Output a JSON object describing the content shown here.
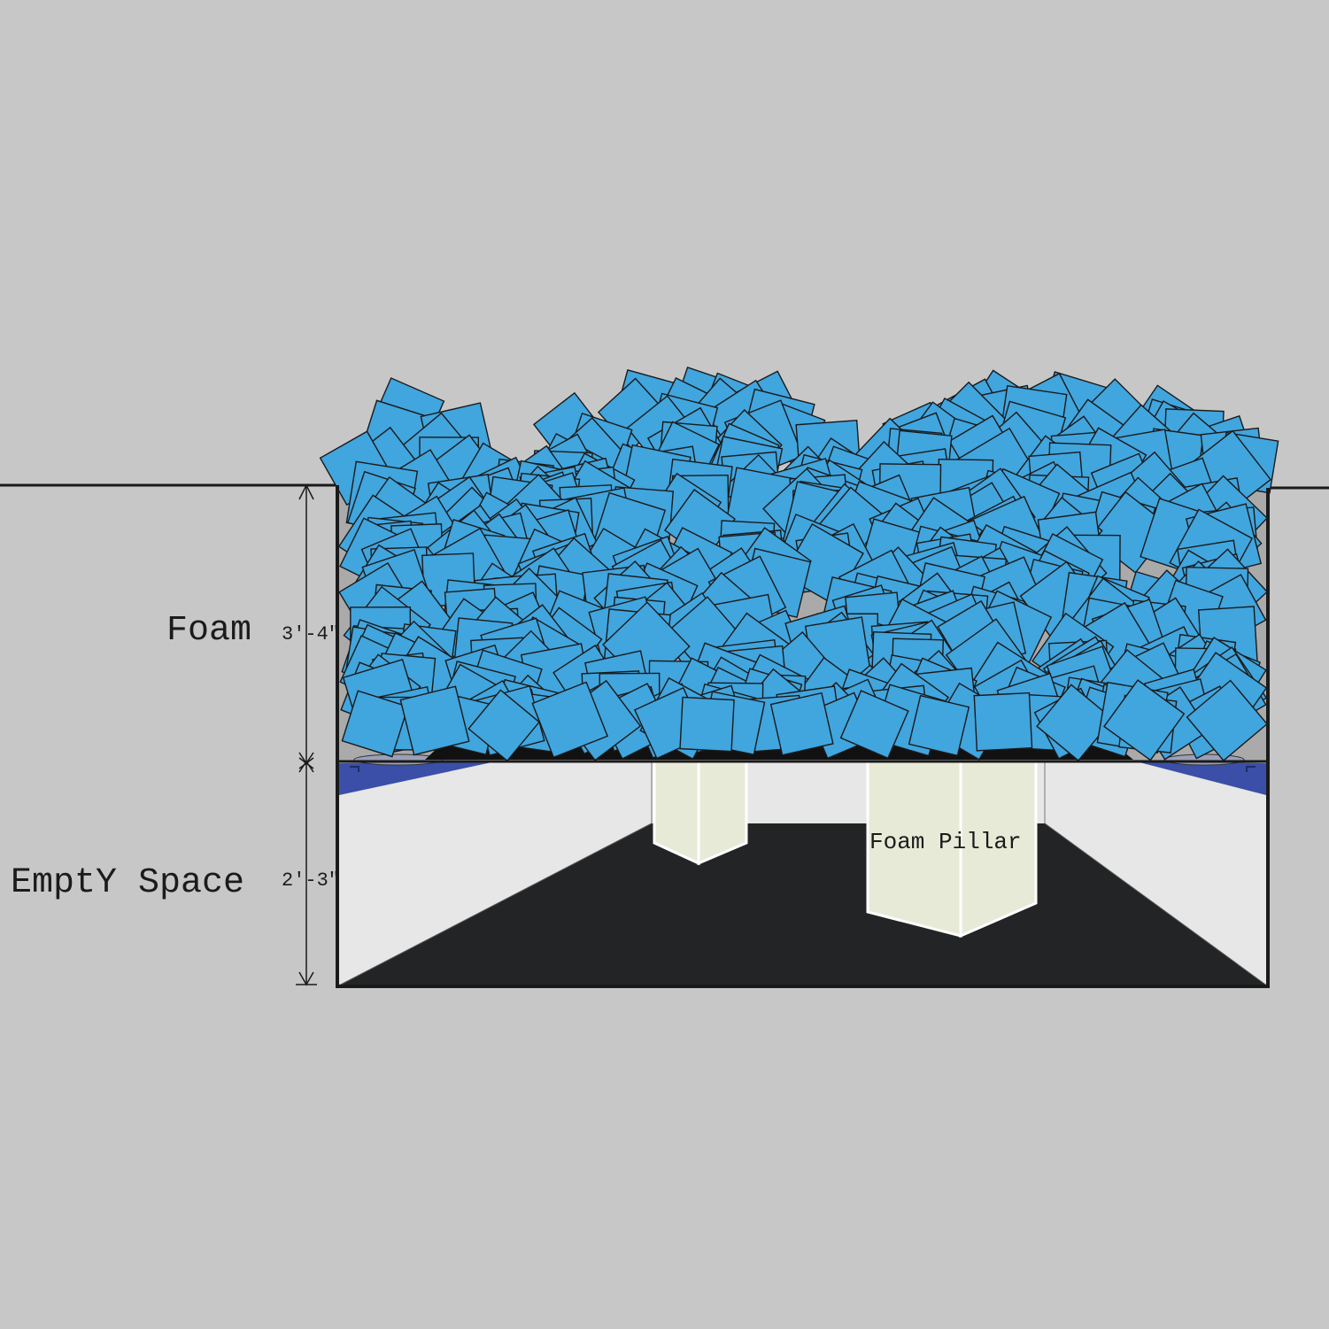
{
  "labels": {
    "foam": "Foam",
    "foam_height": "3′-4″",
    "empty_space": "EmptY Space",
    "empty_height": "2′-3″",
    "pillar": "Foam Pillar"
  },
  "colors": {
    "background": "#c6c7c6",
    "foam_block": "#41a5de",
    "outline": "#1a1a1a",
    "floor": "#232425",
    "wall": "#e6e7e6",
    "net": "#3b4fa8",
    "pillar": "#e8ead8",
    "pit_inner": "#a9aaa9"
  },
  "icons": {
    "dimension_arrow": "vertical-dimension-arrow"
  }
}
